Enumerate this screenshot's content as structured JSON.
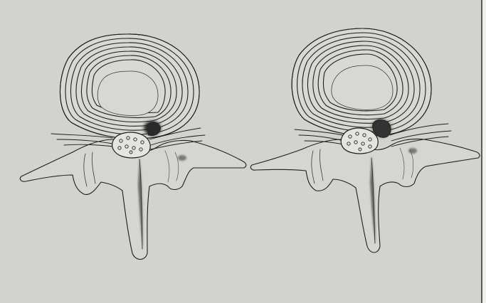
{
  "figure": {
    "panels": [
      {
        "id": "left",
        "depicted": "lumbar-vertebra-with-central-disc-bulge"
      },
      {
        "id": "right",
        "depicted": "lumbar-vertebra-with-lateral-disc-herniation"
      }
    ],
    "colors": {
      "paper": "#d2d2cf",
      "ink": "#1c1c1c",
      "disc-fill": "#d8d8d5",
      "shadow": "#4a4a4a"
    }
  }
}
